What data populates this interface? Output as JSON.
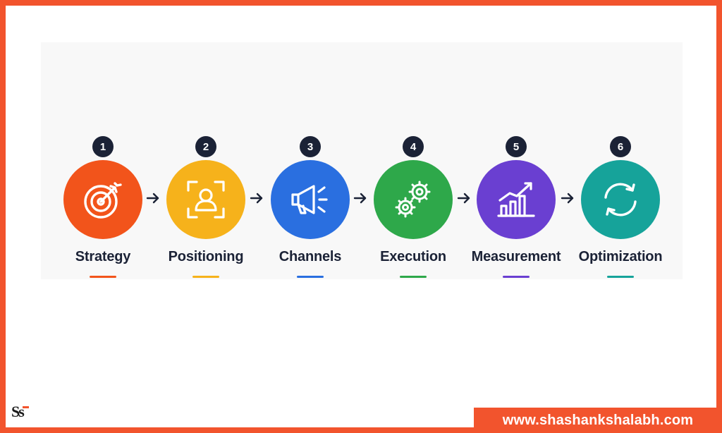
{
  "steps": [
    {
      "number": "1",
      "label": "Strategy",
      "color": "#f2541b",
      "icon": "target-icon"
    },
    {
      "number": "2",
      "label": "Positioning",
      "color": "#f6b21b",
      "icon": "user-focus-icon"
    },
    {
      "number": "3",
      "label": "Channels",
      "color": "#2a6fe0",
      "icon": "megaphone-icon"
    },
    {
      "number": "4",
      "label": "Execution",
      "color": "#2ea84a",
      "icon": "gears-icon"
    },
    {
      "number": "5",
      "label": "Measurement",
      "color": "#6a3fd1",
      "icon": "growth-chart-icon"
    },
    {
      "number": "6",
      "label": "Optimization",
      "color": "#16a39a",
      "icon": "refresh-cycle-icon"
    }
  ],
  "arrow_icon": "arrow-right-icon",
  "brand": {
    "logo_text": "Ss",
    "url": "www.shashankshalabh.com",
    "accent_color": "#f2542d"
  }
}
